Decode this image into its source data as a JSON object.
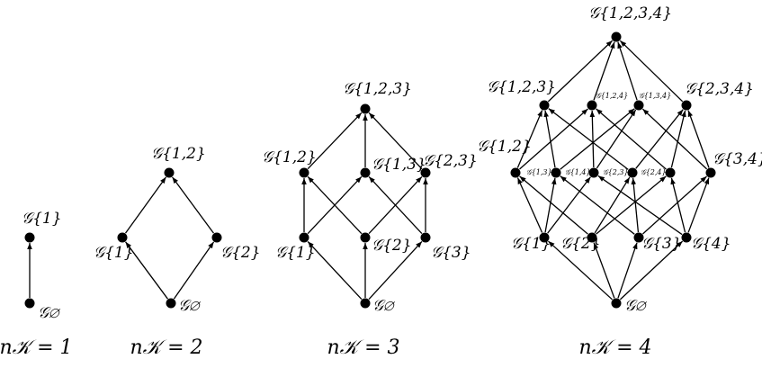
{
  "diagrams": [
    {
      "caption": "n𝒦 = 1",
      "nodes": [
        {
          "id": "e",
          "label": "𝒢∅"
        },
        {
          "id": "1",
          "label": "𝒢{1}"
        }
      ],
      "edges": [
        [
          "e",
          "1"
        ]
      ]
    },
    {
      "caption": "n𝒦 = 2",
      "nodes": [
        {
          "id": "e",
          "label": "𝒢∅"
        },
        {
          "id": "1",
          "label": "𝒢{1}"
        },
        {
          "id": "2",
          "label": "𝒢{2}"
        },
        {
          "id": "12",
          "label": "𝒢{1,2}"
        }
      ],
      "edges": [
        [
          "e",
          "1"
        ],
        [
          "e",
          "2"
        ],
        [
          "1",
          "12"
        ],
        [
          "2",
          "12"
        ]
      ]
    },
    {
      "caption": "n𝒦 = 3",
      "nodes": [
        {
          "id": "e",
          "label": "𝒢∅"
        },
        {
          "id": "1",
          "label": "𝒢{1}"
        },
        {
          "id": "2",
          "label": "𝒢{2}"
        },
        {
          "id": "3",
          "label": "𝒢{3}"
        },
        {
          "id": "12",
          "label": "𝒢{1,2}"
        },
        {
          "id": "13",
          "label": "𝒢{1,3}"
        },
        {
          "id": "23",
          "label": "𝒢{2,3}"
        },
        {
          "id": "123",
          "label": "𝒢{1,2,3}"
        }
      ],
      "edges": [
        [
          "e",
          "1"
        ],
        [
          "e",
          "2"
        ],
        [
          "e",
          "3"
        ],
        [
          "1",
          "12"
        ],
        [
          "1",
          "13"
        ],
        [
          "2",
          "12"
        ],
        [
          "2",
          "23"
        ],
        [
          "3",
          "13"
        ],
        [
          "3",
          "23"
        ],
        [
          "12",
          "123"
        ],
        [
          "13",
          "123"
        ],
        [
          "23",
          "123"
        ]
      ]
    },
    {
      "caption": "n𝒦 = 4",
      "nodes": [
        {
          "id": "e",
          "label": "𝒢∅"
        },
        {
          "id": "1",
          "label": "𝒢{1}"
        },
        {
          "id": "2",
          "label": "𝒢{2}"
        },
        {
          "id": "3",
          "label": "𝒢{3}"
        },
        {
          "id": "4",
          "label": "𝒢{4}"
        },
        {
          "id": "12",
          "label": "𝒢{1,2}"
        },
        {
          "id": "13",
          "label": "𝒢{1,3}"
        },
        {
          "id": "14",
          "label": "𝒢{1,4}"
        },
        {
          "id": "23",
          "label": "𝒢{2,3}"
        },
        {
          "id": "24",
          "label": "𝒢{2,4}"
        },
        {
          "id": "34",
          "label": "𝒢{3,4}"
        },
        {
          "id": "123",
          "label": "𝒢{1,2,3}"
        },
        {
          "id": "124",
          "label": "𝒢{1,2,4}"
        },
        {
          "id": "134",
          "label": "𝒢{1,3,4}"
        },
        {
          "id": "234",
          "label": "𝒢{2,3,4}"
        },
        {
          "id": "1234",
          "label": "𝒢{1,2,3,4}"
        }
      ],
      "edges": [
        [
          "e",
          "1"
        ],
        [
          "e",
          "2"
        ],
        [
          "e",
          "3"
        ],
        [
          "e",
          "4"
        ],
        [
          "1",
          "12"
        ],
        [
          "1",
          "13"
        ],
        [
          "1",
          "14"
        ],
        [
          "2",
          "12"
        ],
        [
          "2",
          "23"
        ],
        [
          "2",
          "24"
        ],
        [
          "3",
          "13"
        ],
        [
          "3",
          "23"
        ],
        [
          "3",
          "34"
        ],
        [
          "4",
          "14"
        ],
        [
          "4",
          "24"
        ],
        [
          "4",
          "34"
        ],
        [
          "12",
          "123"
        ],
        [
          "12",
          "124"
        ],
        [
          "13",
          "123"
        ],
        [
          "13",
          "134"
        ],
        [
          "14",
          "124"
        ],
        [
          "14",
          "134"
        ],
        [
          "23",
          "123"
        ],
        [
          "23",
          "234"
        ],
        [
          "24",
          "124"
        ],
        [
          "24",
          "234"
        ],
        [
          "34",
          "134"
        ],
        [
          "34",
          "234"
        ],
        [
          "123",
          "1234"
        ],
        [
          "124",
          "1234"
        ],
        [
          "134",
          "1234"
        ],
        [
          "234",
          "1234"
        ]
      ]
    }
  ]
}
